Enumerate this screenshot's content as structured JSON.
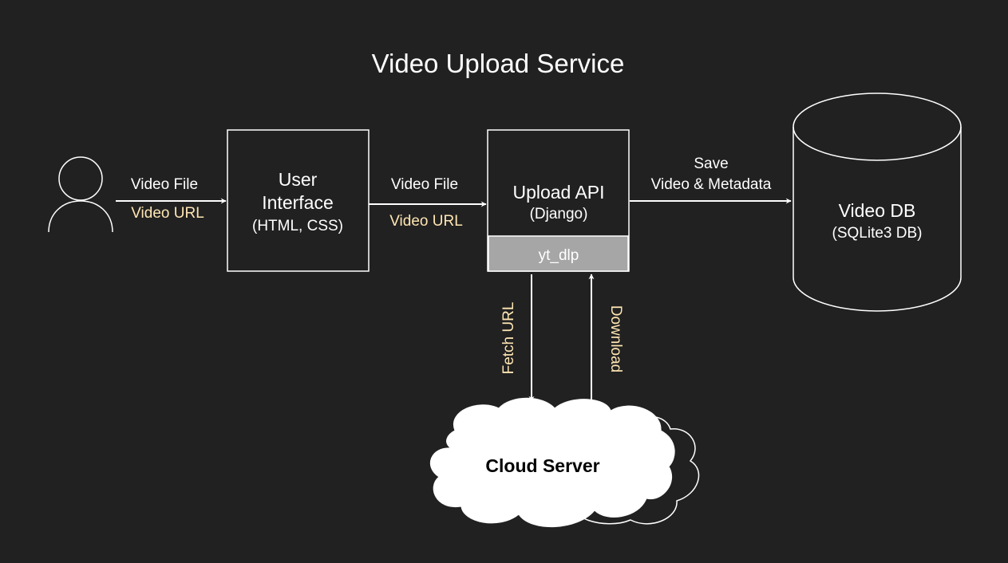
{
  "title": "Video Upload Service",
  "colors": {
    "background": "#212121",
    "stroke": "#ffffff",
    "text": "#ffffff",
    "accent_text": "#ffe6b3",
    "yt_dlp_fill": "#a6a6a6",
    "cloud_fill": "#ffffff",
    "cloud_text": "#000000"
  },
  "user": {
    "icon": "user-icon"
  },
  "edge_user_ui": {
    "label_top": "Video File",
    "label_bottom": "Video URL"
  },
  "ui_box": {
    "line1": "User",
    "line2": "Interface",
    "subtitle": "(HTML, CSS)"
  },
  "edge_ui_api": {
    "label_top": "Video File",
    "label_bottom": "Video URL"
  },
  "api_box": {
    "title": "Upload API",
    "subtitle": "(Django)",
    "module": "yt_dlp"
  },
  "edge_api_db": {
    "label_line1": "Save",
    "label_line2": "Video & Metadata"
  },
  "db": {
    "title": "Video DB",
    "subtitle": "(SQLite3 DB)",
    "icon": "database-cylinder-icon"
  },
  "edge_fetch": {
    "label": "Fetch URL"
  },
  "edge_download": {
    "label": "Download"
  },
  "cloud": {
    "label": "Cloud Server",
    "icon": "cloud-icon"
  }
}
